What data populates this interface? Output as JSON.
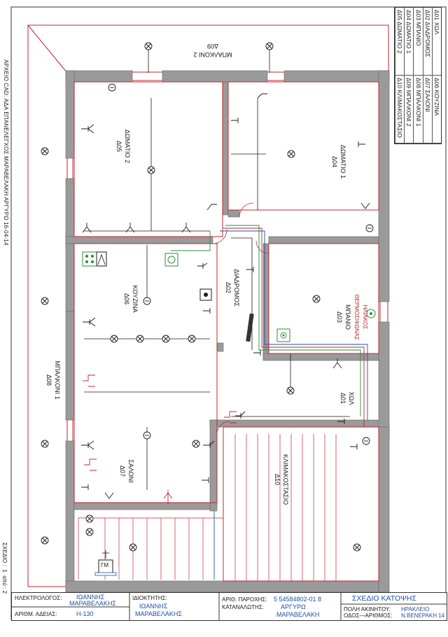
{
  "legend": [
    {
      "code": "Δ01 ΧΩΛ"
    },
    {
      "code": "Δ06 ΚΟΥΖΙΝΑ"
    },
    {
      "code": "Δ02 ΔΙΑΔΡΟΜΟΣ"
    },
    {
      "code": "Δ07 ΣΑΛΟΝΙ"
    },
    {
      "code": "Δ03 ΜΠΑΝΙΟ"
    },
    {
      "code": "Δ08 ΜΠΑΛΚΟΝΙ 1"
    },
    {
      "code": "Δ04 ΔΩΜΑΤΙΟ 1"
    },
    {
      "code": "Δ09 ΜΠΑΛΚΟΝΙ 2"
    },
    {
      "code": "Δ05 ΔΩΜΑΤΙΟ 2"
    },
    {
      "code": "Δ10 ΚΛΙΜΑΚΟΣΤΑΣΙΟ"
    }
  ],
  "side_note": "ΑΡΧΕΙΟ CAD: ΑΔΑ ΕΠΑΝΕΛΕΓΧΟΣ ΜΑΡΑΒΕΛΑΚΗ ΑΡΓΥΡΩ 16-04-14",
  "sheet": {
    "label": "ΣΧΕΔΙΟ :",
    "number": "1",
    "of": "από :",
    "total": "2"
  },
  "rooms": {
    "balcony2": {
      "name": "ΜΠΑΛΚΟΝΙ 2",
      "code": "Δ09"
    },
    "room2": {
      "name": "ΔΩΜΑΤΙΟ 2",
      "code": "Δ05"
    },
    "room1": {
      "name": "ΔΩΜΑΤΙΟ 1",
      "code": "Δ04"
    },
    "kitchen": {
      "name": "ΚΟΥΖΙΝΑ",
      "code": "Δ06"
    },
    "corridor": {
      "name": "ΔΙΑΔΡΟΜΟΣ",
      "code": "Δ02"
    },
    "bath": {
      "name": "ΜΠΑΝΙΟ",
      "code": "Δ03",
      "heater": "ΗΛΙΑΚΟΣ ΘΕΡΜΟΣΙΦΩΝΑΣ"
    },
    "balcony1": {
      "name": "ΜΠΑΛΚΟΝΙ 1",
      "code": "Δ08"
    },
    "hall": {
      "name": "ΧΩΛ",
      "code": "Δ01"
    },
    "living": {
      "name": "ΣΑΛΟΝΙ",
      "code": "Δ07"
    },
    "stairs": {
      "name": "ΚΛΙΜΑΚΟΣΤΑΣΙΟ",
      "code": "Δ10"
    }
  },
  "titleblock": {
    "electrician_label": "ΗΛΕΚΤΡΟΛΟΓΟΣ:",
    "electrician_first": "ΙΩΑΝΝΗΣ",
    "electrician_last": "ΜΑΡΑΒΕΛΑΚΗΣ",
    "license_label": "ΑΡΙΘΜ. ΑΔΕΙΑΣ:",
    "license_value": "Η-130",
    "owner_label": "ΙΔΙΟΚΤΗΤΗΣ:",
    "owner_first": "ΙΩΑΝΝΗΣ",
    "owner_last": "ΜΑΡΑΒΕΛΑΚΗΣ",
    "supply_label": "ΑΡΙΘ. ΠΑΡΟΧΗΣ:",
    "supply_value": "5  54584802-01   8",
    "consumer_label": "ΚΑΤΑΝΑΛΩΤΗΣ:",
    "consumer_first": "ΑΡΓΥΡΩ",
    "consumer_last": "ΜΑΡΑΒΕΛΑΚΗ",
    "drawing_title": "ΣΧΕΔΙΟ ΚΑΤΟΨΗΣ",
    "city_label": "ΠΟΛΗ ΑΚΙΝΗΤΟΥ:",
    "city_value": "ΗΡΑΚΛΕΙΟ",
    "street_label": "ΟΔΟΣ—ΑΡΙΘΜΟΣ:",
    "street_value": "Ν.ΒΕΝΕΡΑΚΗ 14"
  },
  "panel_label": "ΓΜ",
  "colors": {
    "wall": "#9a9a9a",
    "red": "#c0272d",
    "blue": "#1f4fa8",
    "green": "#2e8b3a"
  }
}
